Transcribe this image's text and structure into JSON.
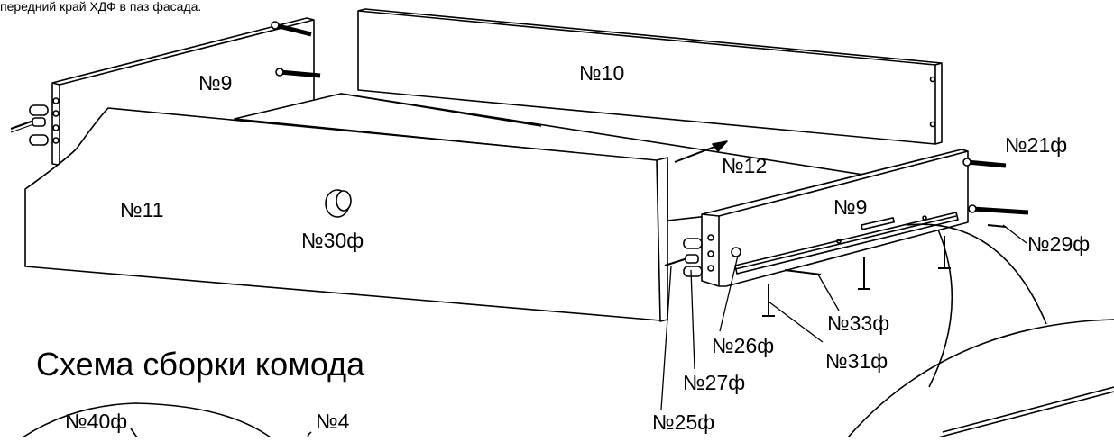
{
  "caption_top": "передний край ХДФ в паз фасада.",
  "title": "Схема сборки комода",
  "parts": {
    "side_left": "№9",
    "back": "№10",
    "front": "№11",
    "bottom_hdf": "№12",
    "side_right": "№9",
    "knob": "№30ф",
    "screw_confirmat": "№21ф",
    "screw_small": "№29ф",
    "screw_rail": "№33ф",
    "leg_support": "№31ф",
    "cam_lock": "№26ф",
    "dowel": "№27ф",
    "cam_pin": "№25ф",
    "detail_left_part": "№40ф",
    "detail_left_panel": "№4"
  },
  "colors": {
    "line": "#000000",
    "panel_fill": "#ffffff",
    "background": "#ffffff"
  }
}
